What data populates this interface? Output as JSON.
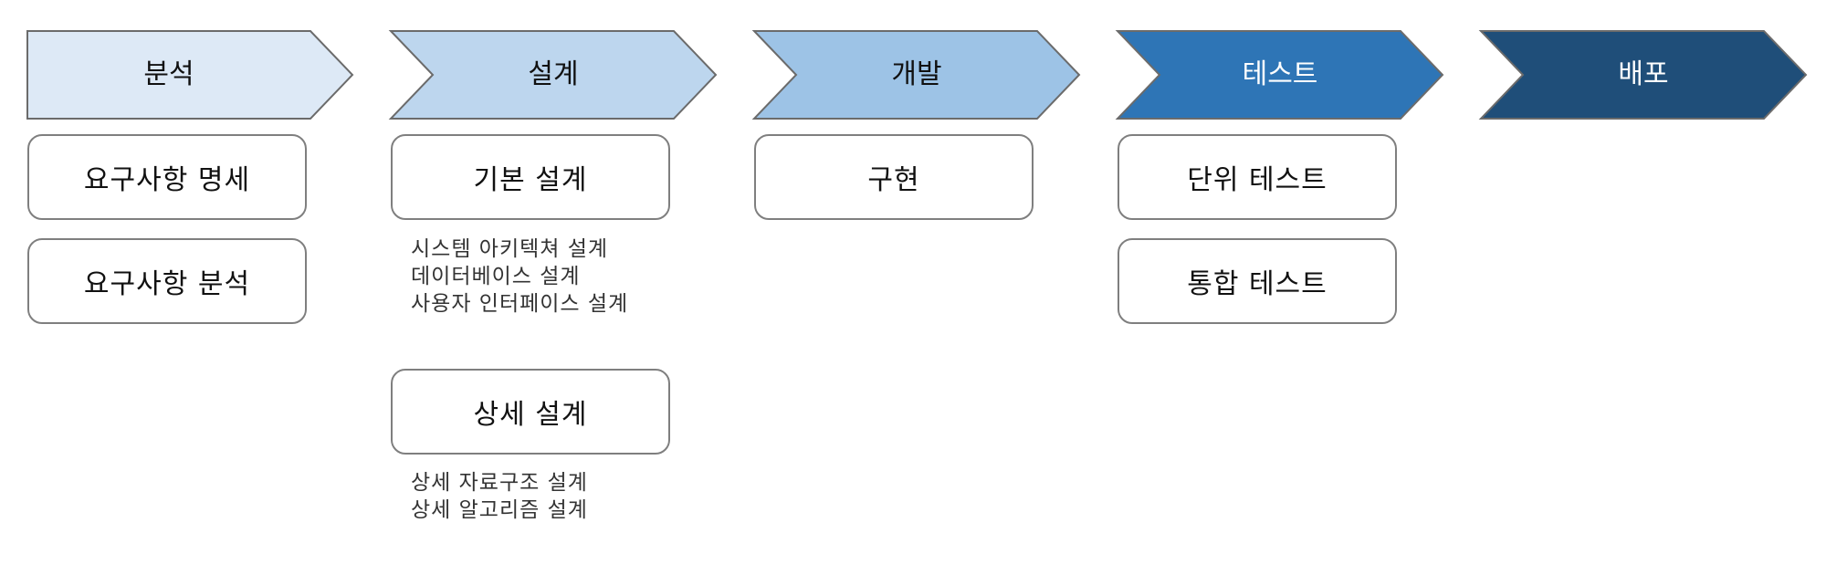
{
  "phases": [
    {
      "label": "분석",
      "fill": "#dde9f6",
      "text_color": "#111111"
    },
    {
      "label": "설계",
      "fill": "#bdd6ee",
      "text_color": "#111111"
    },
    {
      "label": "개발",
      "fill": "#9dc3e6",
      "text_color": "#111111"
    },
    {
      "label": "테스트",
      "fill": "#2e75b6",
      "text_color": "#ffffff"
    },
    {
      "label": "배포",
      "fill": "#1f4e79",
      "text_color": "#ffffff"
    }
  ],
  "analysis": {
    "items": [
      "요구사항 명세",
      "요구사항 분석"
    ]
  },
  "design": {
    "basic": {
      "title": "기본 설계",
      "notes": [
        "시스템 아키텍쳐 설계",
        "데이터베이스 설계",
        "사용자 인터페이스 설계"
      ]
    },
    "detail": {
      "title": "상세 설계",
      "notes": [
        "상세 자료구조 설계",
        "상세 알고리즘 설계"
      ]
    }
  },
  "development": {
    "items": [
      "구현"
    ]
  },
  "testing": {
    "items": [
      "단위 테스트",
      "통합 테스트"
    ]
  },
  "colors": {
    "outline": "#7f7f7f",
    "arrow_border": "#6b6b6b"
  }
}
